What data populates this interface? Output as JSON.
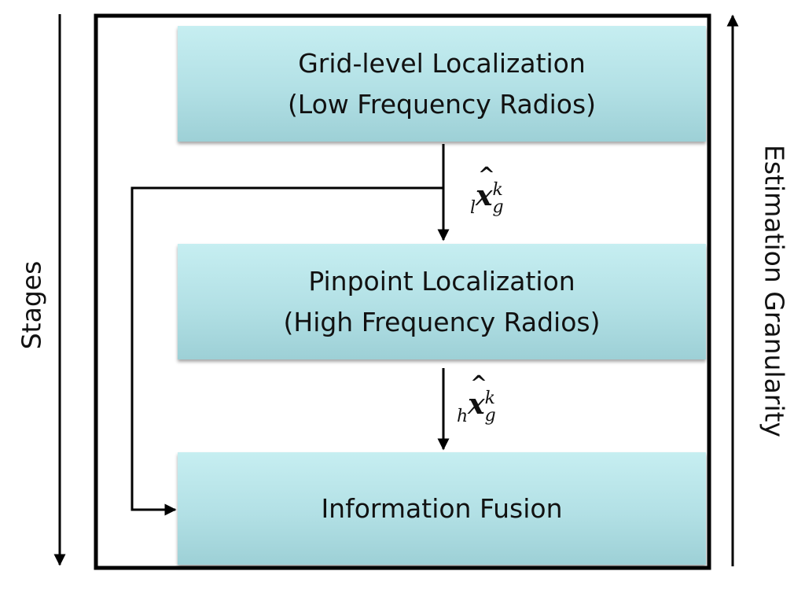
{
  "boxes": {
    "grid": {
      "line1": "Grid-level Localization",
      "line2": "(Low Frequency Radios)"
    },
    "pinpoint": {
      "line1": "Pinpoint Localization",
      "line2": "(High Frequency Radios)"
    },
    "fusion": {
      "line1": "Information Fusion"
    }
  },
  "axes": {
    "left": "Stages",
    "right": "Estimation Granularity"
  },
  "edges": {
    "low": {
      "prescript": "l",
      "symbol": "x",
      "sup": "k",
      "sub": "g"
    },
    "high": {
      "prescript": "h",
      "symbol": "x",
      "sup": "k",
      "sub": "g"
    }
  },
  "colors": {
    "box_top": "#c6eef1",
    "box_bottom": "#9dd0d6",
    "stroke": "#000000"
  }
}
